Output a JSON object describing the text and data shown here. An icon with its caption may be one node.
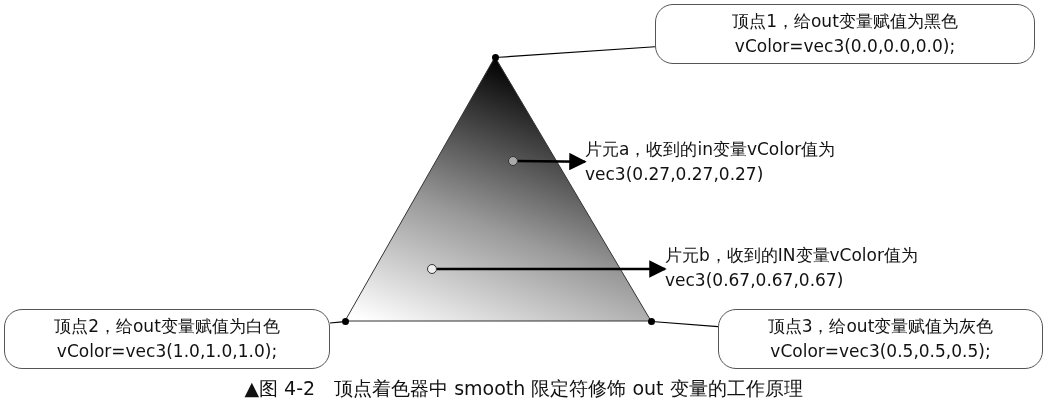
{
  "diagram": {
    "caption": "▲图 4-2　顶点着色器中 smooth 限定符修饰 out 变量的工作原理",
    "nodes": [
      {
        "text": [
          "顶点1，给out变量赋值为黑色",
          "vColor=vec3(0.0,0.0,0.0);"
        ]
      },
      {
        "text": [],
        "shape": "circle"
      },
      {
        "text": [],
        "shape": "circle"
      },
      {
        "text": [
          "片元a，收到的in变量vColor值为vec3(0.27,0.27,0.27)"
        ]
      },
      {
        "text": [],
        "shape": "circle"
      },
      {
        "text": [
          "片元b，收到的IN变量vColor值为vec3(0.67,0.67,0.67)"
        ]
      },
      {
        "text": [],
        "shape": "circle"
      },
      {
        "text": [
          "顶点2，给out变量赋值为白色",
          "vColor=vec3(1.0,1.0,1.0);"
        ]
      },
      {
        "text": [],
        "shape": "circle"
      },
      {
        "text": [
          "顶点3，给out变量赋值为灰色",
          "vColor=vec3(0.5,0.5,0.5);"
        ]
      }
    ],
    "edges": [
      {
        "from": 0,
        "to": 1,
        "arrow": "none"
      },
      {
        "from": 2,
        "to": 3,
        "arrow": "to"
      },
      {
        "from": 4,
        "to": 5,
        "arrow": "to"
      },
      {
        "from": 7,
        "to": 6,
        "arrow": "none"
      },
      {
        "from": 9,
        "to": 8,
        "arrow": "none"
      }
    ]
  }
}
